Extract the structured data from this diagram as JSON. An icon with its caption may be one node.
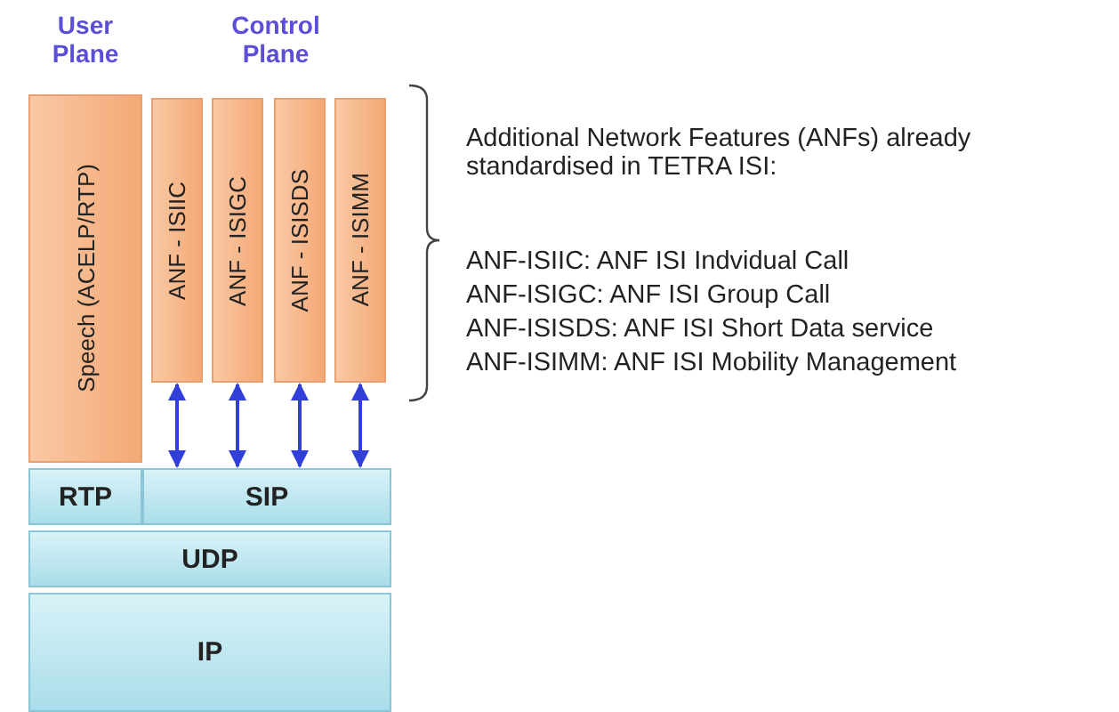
{
  "diagram": {
    "nodes": [
      {
        "text": [
          "Speech (ACELP/RTP)"
        ]
      },
      {
        "text": [
          "ANF - ISIIC"
        ]
      },
      {
        "text": [
          "ANF - ISIGC"
        ]
      },
      {
        "text": [
          "ANF - ISISDS"
        ]
      },
      {
        "text": [
          "ANF - ISIMM"
        ]
      },
      {
        "text": [
          "RTP"
        ]
      },
      {
        "text": [
          "SIP"
        ]
      },
      {
        "text": [
          "UDP"
        ]
      },
      {
        "text": [
          "IP"
        ]
      }
    ],
    "edges": [
      {
        "from": 1,
        "to": 6,
        "arrow": "both"
      },
      {
        "from": 2,
        "to": 6,
        "arrow": "both"
      },
      {
        "from": 3,
        "to": 6,
        "arrow": "both"
      },
      {
        "from": 4,
        "to": 6,
        "arrow": "both"
      }
    ],
    "labels": [
      "User Plane",
      "Control Plane",
      "Additional Network Features (ANFs) already standardised in TETRA ISI:",
      "ANF-ISIIC: ANF ISI Indvidual Call",
      "ANF-ISIGC: ANF ISI Group Call",
      "ANF-ISISDS: ANF ISI Short Data service",
      "ANF-ISIMM: ANF ISI Mobility Management"
    ]
  }
}
